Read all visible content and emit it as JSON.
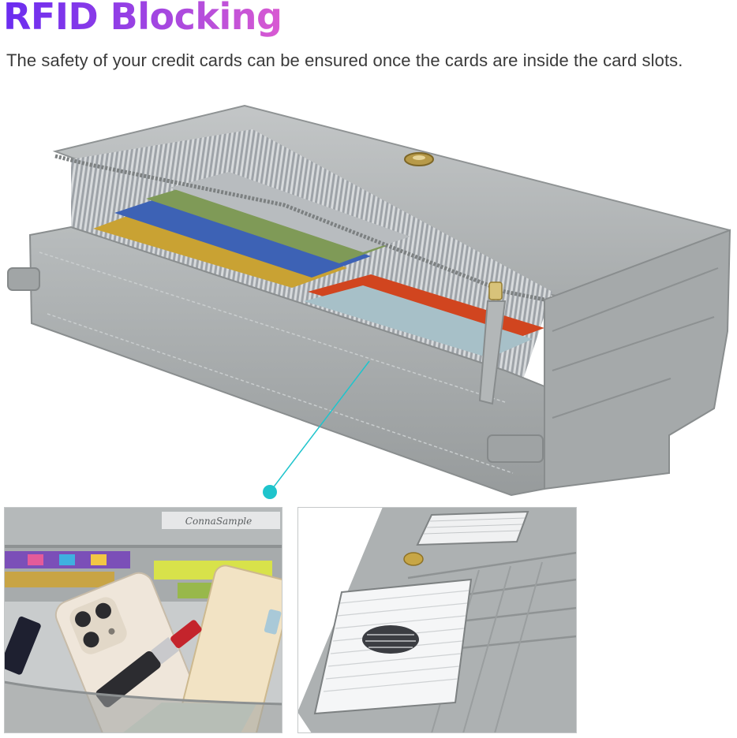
{
  "header": {
    "title": "RFID Blocking",
    "subtitle": "The safety of your credit cards can be ensured once the cards are inside the card slots."
  },
  "colors": {
    "title_gradient_start": "#6a2cf0",
    "title_gradient_end": "#d95ad2",
    "leather": "#a9adae",
    "callout": "#1fc4cc"
  },
  "details": {
    "brand_tag": "ConnaSample"
  },
  "icons": [
    "snap-button-icon",
    "zipper-pull-icon",
    "callout-dot-icon"
  ]
}
